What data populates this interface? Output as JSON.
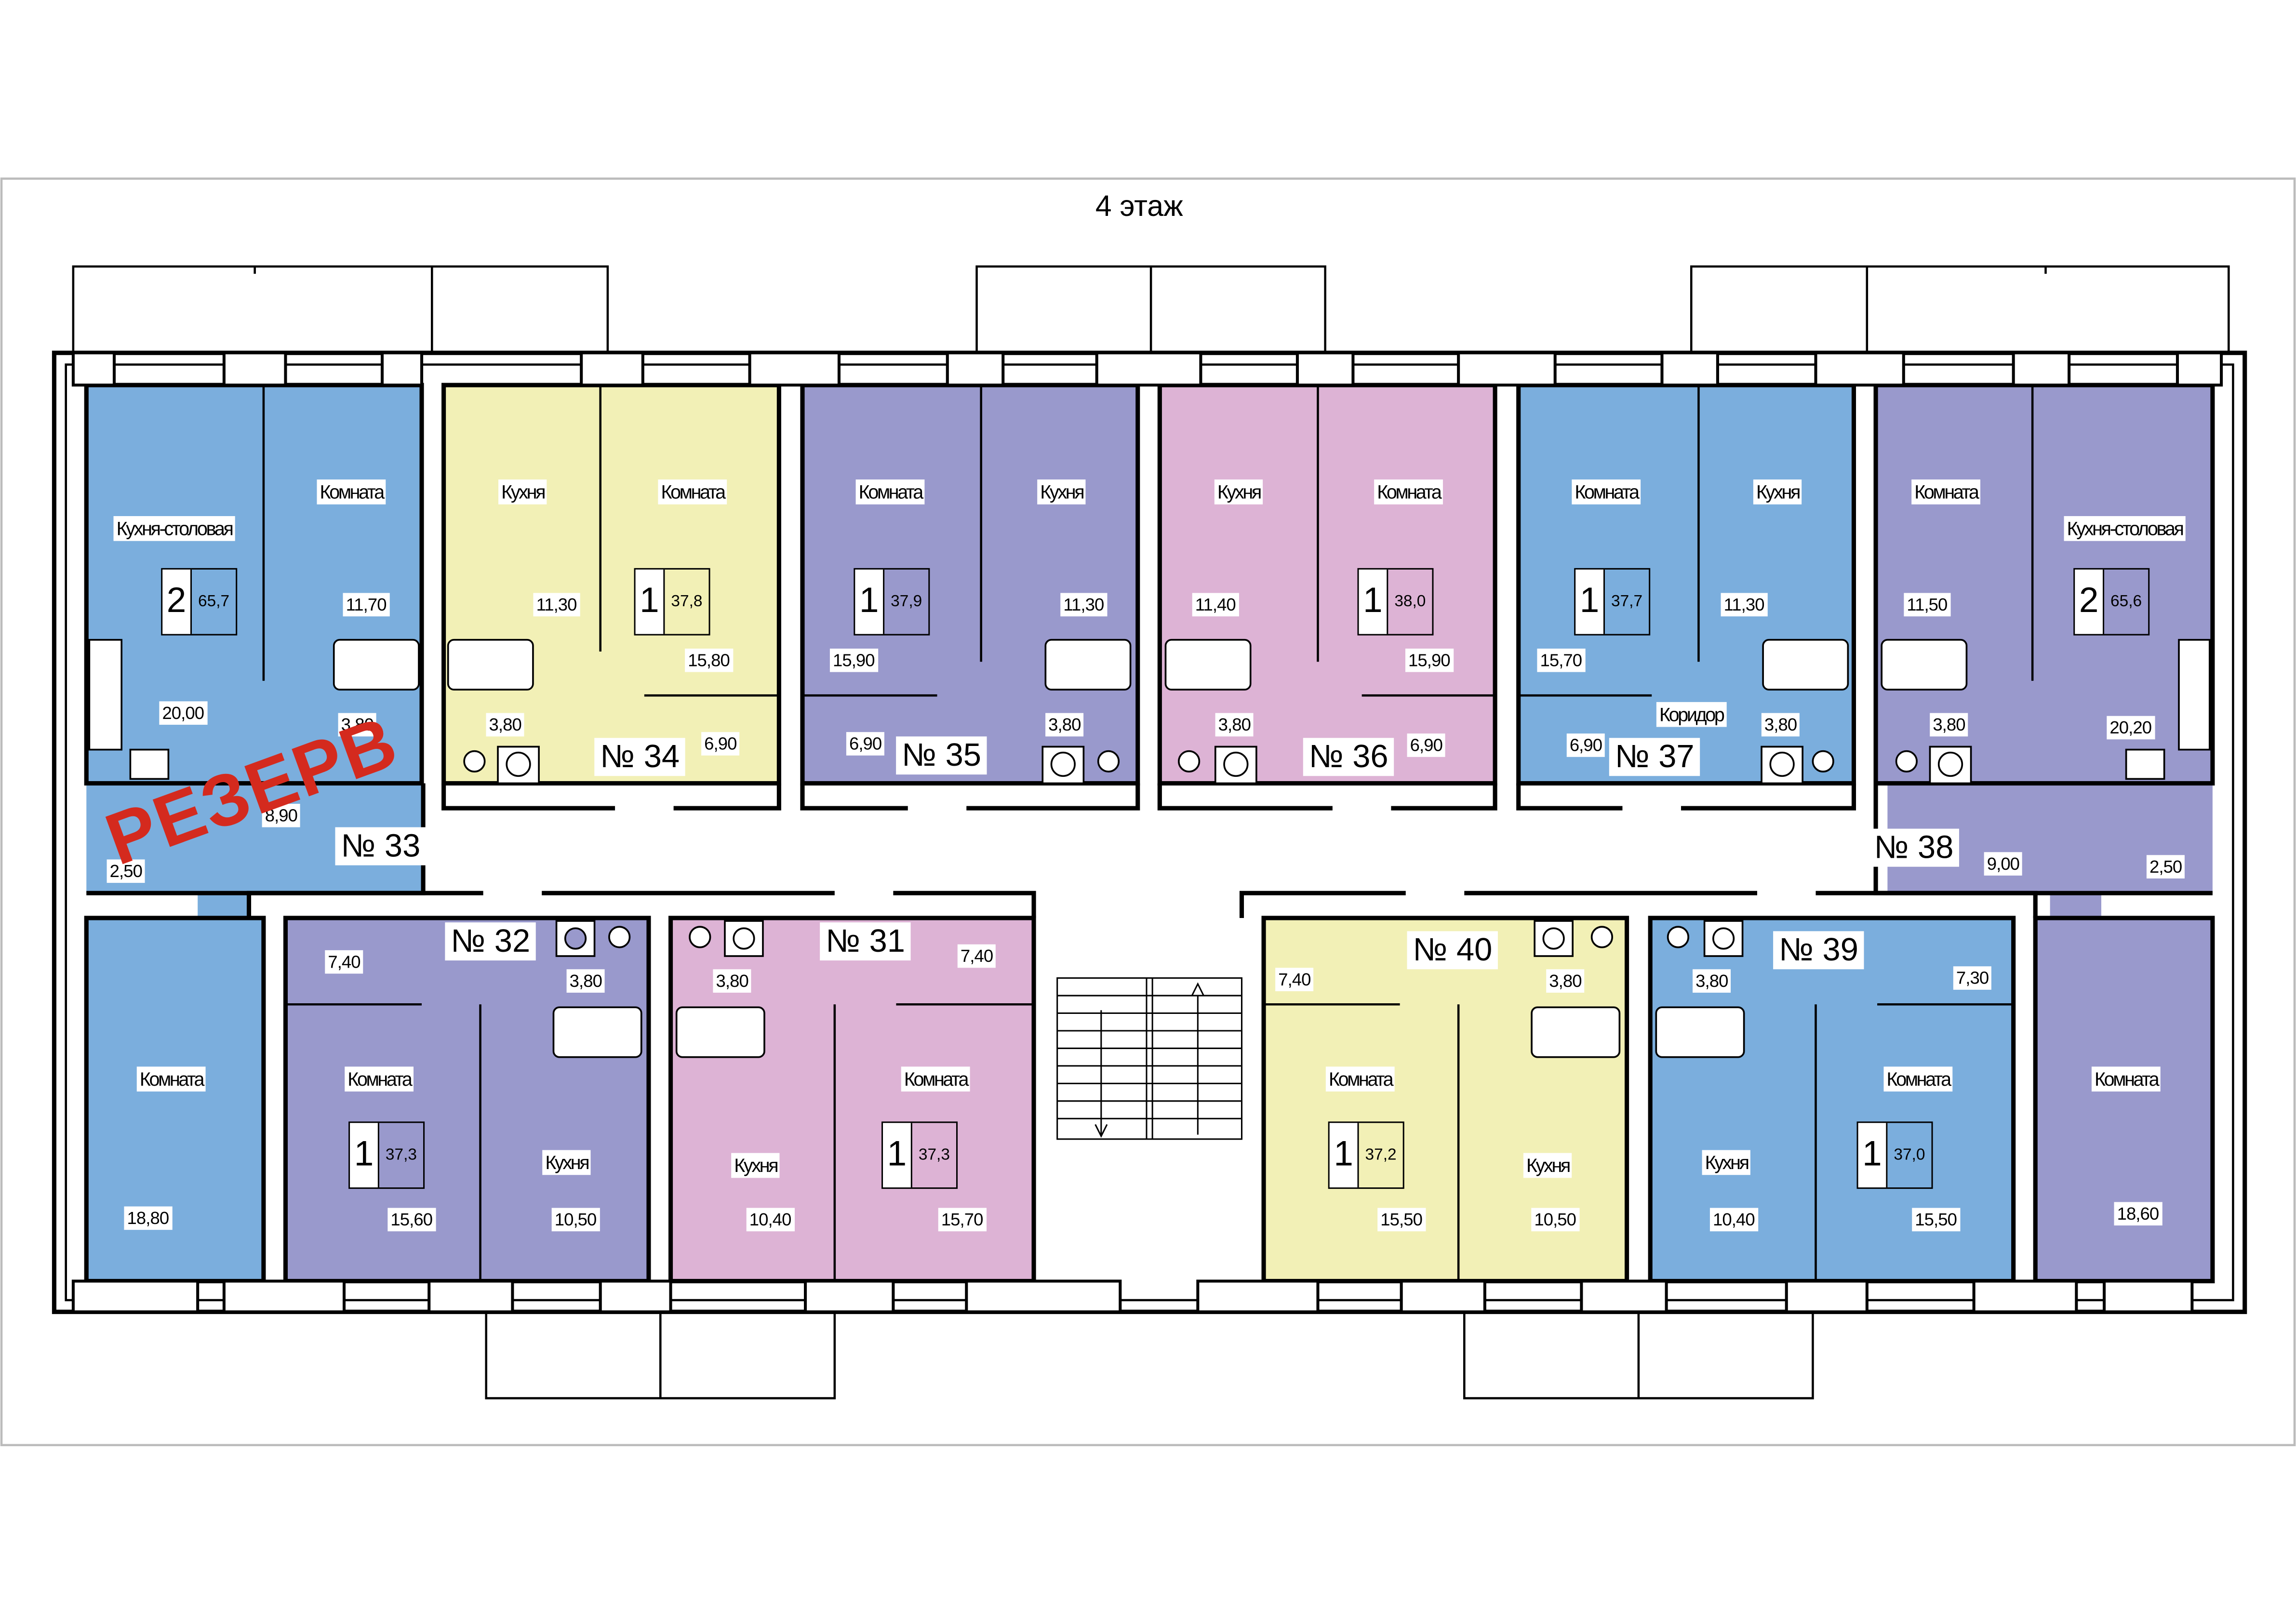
{
  "title": "4 этаж",
  "stamp": "РЕЗЕРВ",
  "colors": {
    "blue": "#7baedd",
    "yellow": "#f2f0b6",
    "purple": "#9999cc",
    "pink": "#ddb3d5",
    "stamp": "#d42a1e"
  },
  "apartments": {
    "a33": {
      "number": "№ 33",
      "rooms": "2",
      "area": "65,7",
      "labels": [
        "Кухня-столовая",
        "Комната",
        "Комната"
      ],
      "areas": [
        "20,00",
        "11,70",
        "3,80",
        "8,90",
        "2,50",
        "18,80"
      ]
    },
    "a34": {
      "number": "№ 34",
      "rooms": "1",
      "area": "37,8",
      "labels": [
        "Кухня",
        "Комната"
      ],
      "areas": [
        "11,30",
        "15,80",
        "3,80",
        "6,90"
      ]
    },
    "a35": {
      "number": "№ 35",
      "rooms": "1",
      "area": "37,9",
      "labels": [
        "Комната",
        "Кухня"
      ],
      "areas": [
        "15,90",
        "11,30",
        "3,80",
        "6,90"
      ]
    },
    "a36": {
      "number": "№ 36",
      "rooms": "1",
      "area": "38,0",
      "labels": [
        "Кухня",
        "Комната"
      ],
      "areas": [
        "11,40",
        "15,90",
        "3,80",
        "6,90"
      ]
    },
    "a37": {
      "number": "№ 37",
      "rooms": "1",
      "area": "37,7",
      "labels": [
        "Комната",
        "Кухня",
        "Коридор"
      ],
      "areas": [
        "15,70",
        "11,30",
        "3,80",
        "6,90"
      ]
    },
    "a38": {
      "number": "№ 38",
      "rooms": "2",
      "area": "65,6",
      "labels": [
        "Комната",
        "Кухня-столовая",
        "Комната"
      ],
      "areas": [
        "11,50",
        "20,20",
        "3,80",
        "9,00",
        "2,50",
        "18,60"
      ]
    },
    "a32": {
      "number": "№ 32",
      "rooms": "1",
      "area": "37,3",
      "labels": [
        "Комната",
        "Кухня"
      ],
      "areas": [
        "7,40",
        "3,80",
        "15,60",
        "10,50"
      ]
    },
    "a31": {
      "number": "№ 31",
      "rooms": "1",
      "area": "37,3",
      "labels": [
        "Кухня",
        "Комната"
      ],
      "areas": [
        "3,80",
        "7,40",
        "10,40",
        "15,70"
      ]
    },
    "a40": {
      "number": "№ 40",
      "rooms": "1",
      "area": "37,2",
      "labels": [
        "Комната",
        "Кухня"
      ],
      "areas": [
        "7,40",
        "3,80",
        "15,50",
        "10,50"
      ]
    },
    "a39": {
      "number": "№ 39",
      "rooms": "1",
      "area": "37,0",
      "labels": [
        "Кухня",
        "Комната"
      ],
      "areas": [
        "3,80",
        "7,30",
        "10,40",
        "15,50"
      ]
    }
  }
}
